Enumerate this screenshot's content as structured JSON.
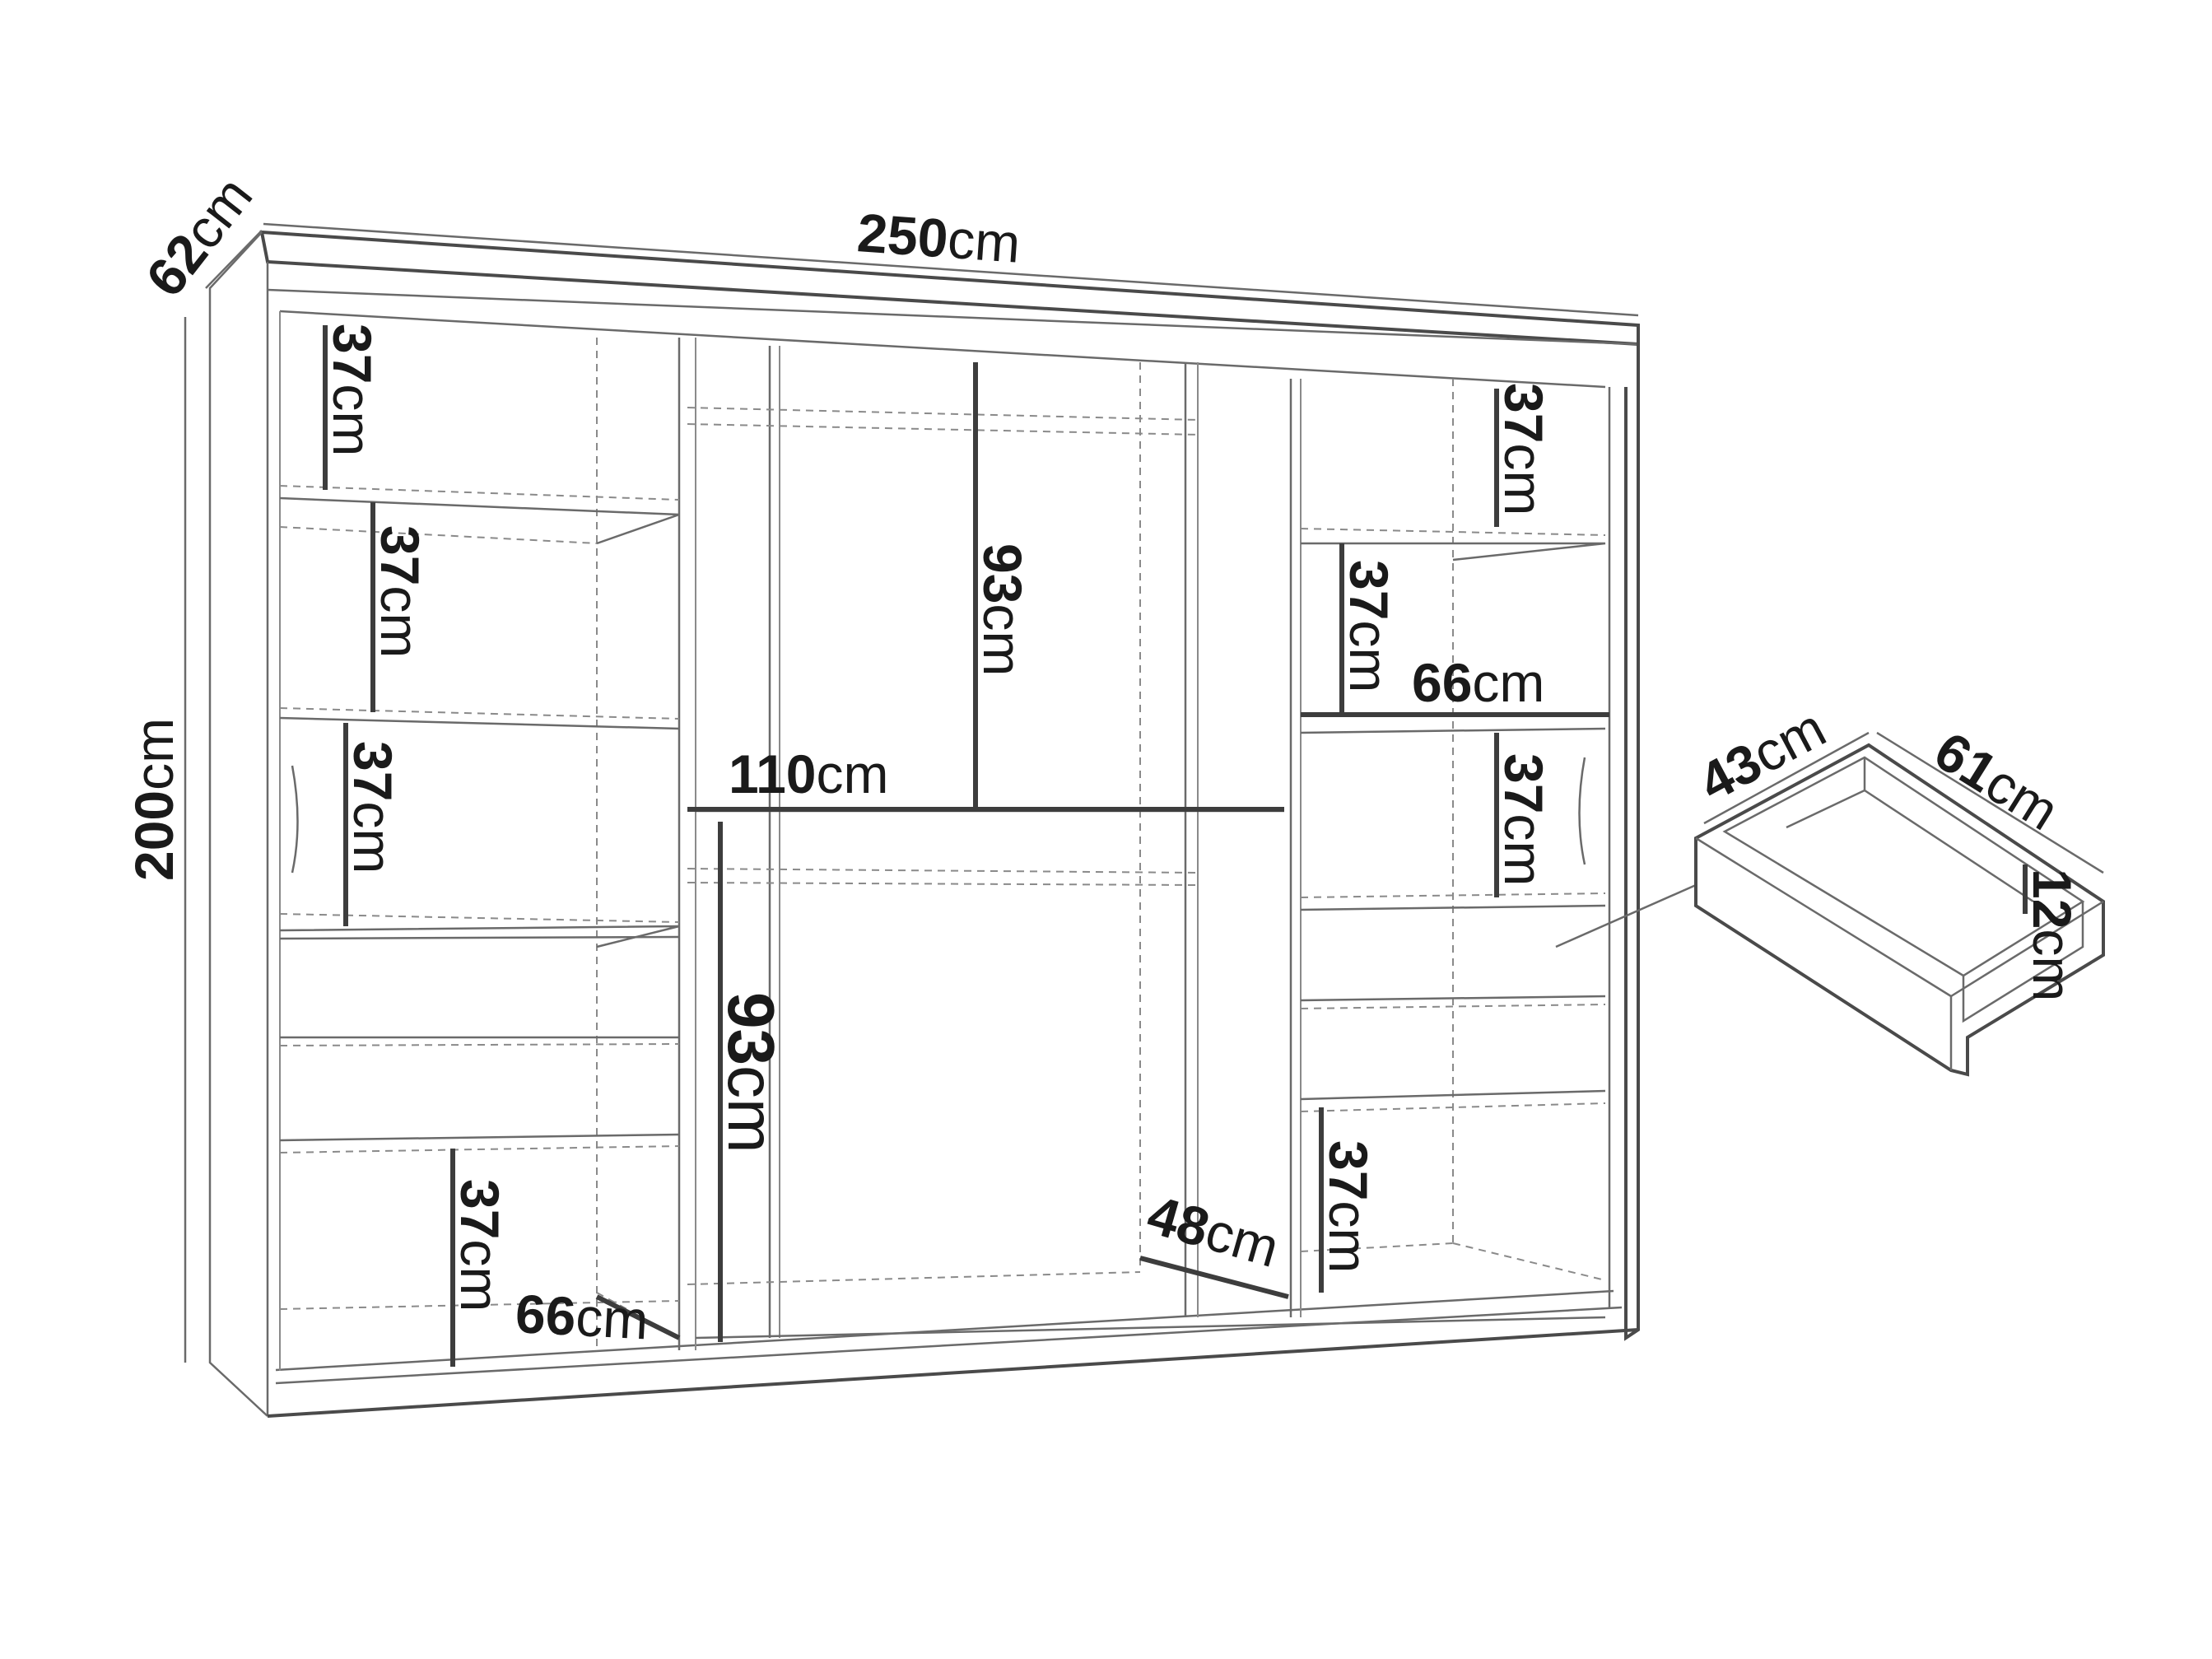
{
  "dimensions": {
    "total_width": {
      "value": "250",
      "unit": "cm"
    },
    "total_depth": {
      "value": "62",
      "unit": "cm"
    },
    "total_height": {
      "value": "200",
      "unit": "cm"
    },
    "left_shelf_1": {
      "value": "37",
      "unit": "cm"
    },
    "left_shelf_2": {
      "value": "37",
      "unit": "cm"
    },
    "left_shelf_3": {
      "value": "37",
      "unit": "cm"
    },
    "left_shelf_bottom": {
      "value": "37",
      "unit": "cm"
    },
    "left_bottom_width": {
      "value": "66",
      "unit": "cm"
    },
    "center_upper_height": {
      "value": "93",
      "unit": "cm"
    },
    "center_lower_height": {
      "value": "93",
      "unit": "cm"
    },
    "center_width": {
      "value": "110",
      "unit": "cm"
    },
    "center_depth": {
      "value": "48",
      "unit": "cm"
    },
    "right_shelf_1": {
      "value": "37",
      "unit": "cm"
    },
    "right_shelf_2": {
      "value": "37",
      "unit": "cm"
    },
    "right_shelf_3": {
      "value": "37",
      "unit": "cm"
    },
    "right_shelf_bottom": {
      "value": "37",
      "unit": "cm"
    },
    "right_width": {
      "value": "66",
      "unit": "cm"
    },
    "drawer_width": {
      "value": "61",
      "unit": "cm"
    },
    "drawer_depth": {
      "value": "43",
      "unit": "cm"
    },
    "drawer_height": {
      "value": "12",
      "unit": "cm"
    }
  }
}
